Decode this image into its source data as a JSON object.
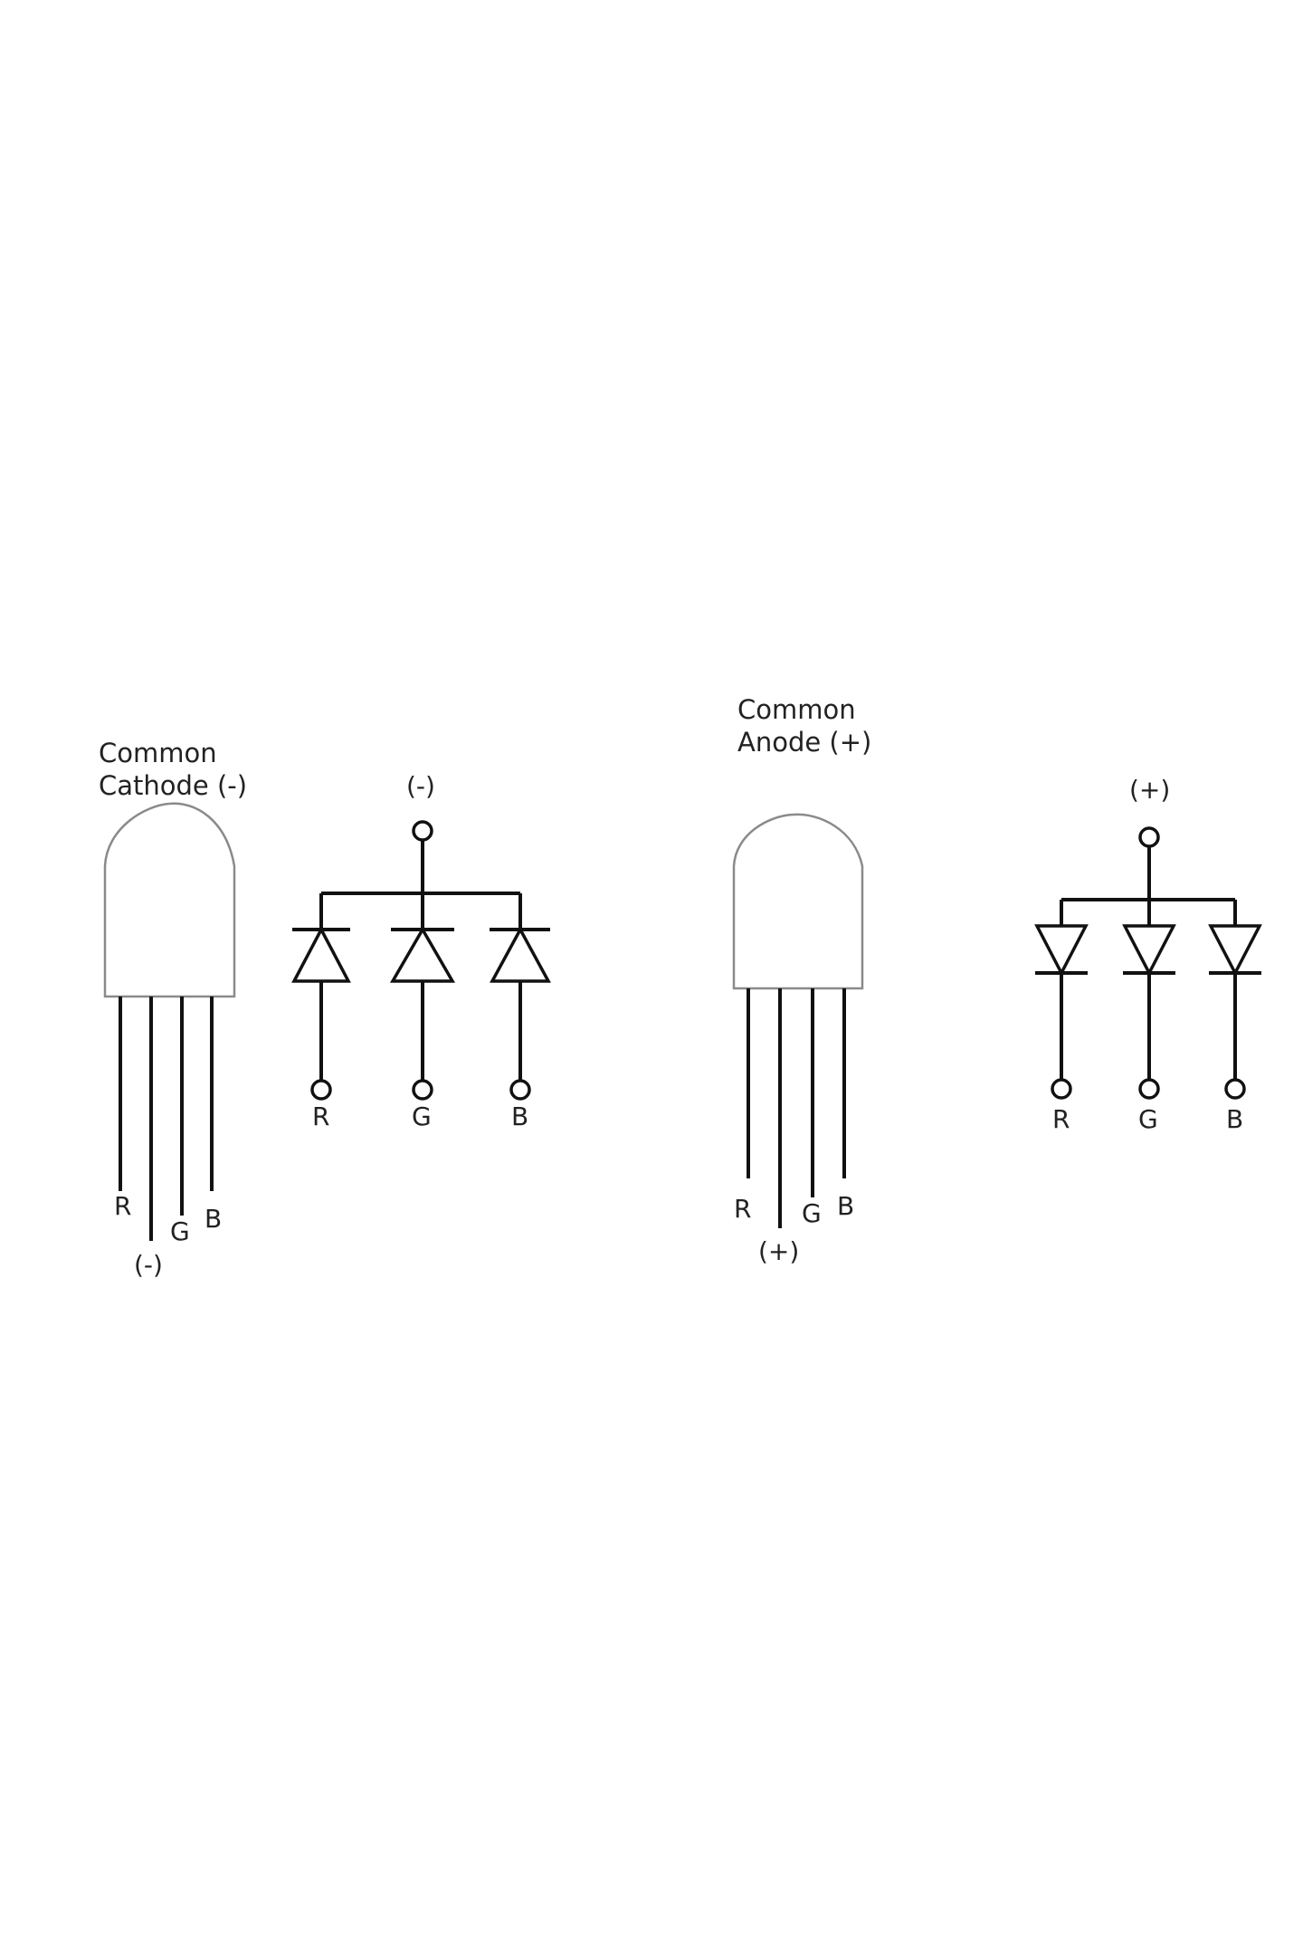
{
  "cathode": {
    "title_line1": "Common",
    "title_line2": "Cathode (-)",
    "pins": {
      "r": "R",
      "common": "(-)",
      "g": "G",
      "b": "B"
    },
    "schematic": {
      "common": "(-)",
      "r": "R",
      "g": "G",
      "b": "B"
    }
  },
  "anode": {
    "title_line1": "Common",
    "title_line2": "Anode (+)",
    "pins": {
      "r": "R",
      "common": "(+)",
      "g": "G",
      "b": "B"
    },
    "schematic": {
      "common": "(+)",
      "r": "R",
      "g": "G",
      "b": "B"
    }
  }
}
